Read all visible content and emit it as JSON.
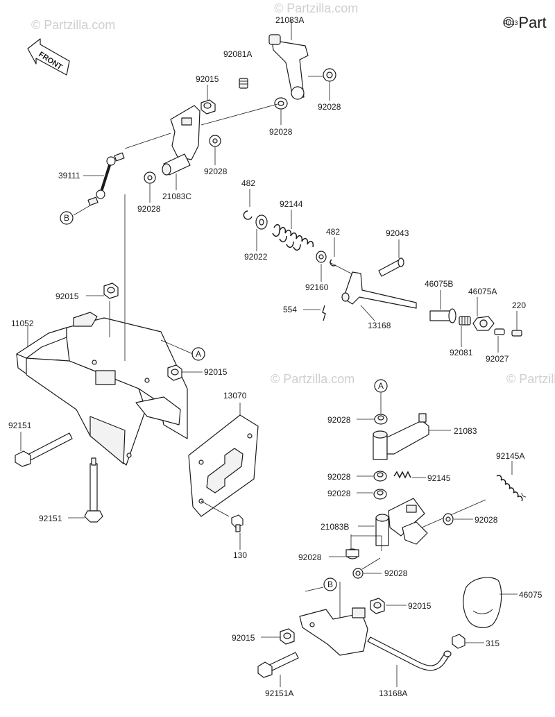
{
  "watermarks": [
    "© Partzilla.com",
    "© Partzilla.com",
    "© Partzilla.com",
    "© Partzilla.com",
    "© Partzilla.com",
    "© Part"
  ],
  "figure_code": "F013",
  "front_label": "FRONT",
  "callouts": {
    "a": "A",
    "b": "B"
  },
  "part_numbers": {
    "p21083A": "21083A",
    "p92081A": "92081A",
    "p92015_top": "92015",
    "p92028_a": "92028",
    "p92028_b": "92028",
    "p92028_c": "92028",
    "p92028_d": "92028",
    "p39111": "39111",
    "p21083C": "21083C",
    "p482_a": "482",
    "p92144": "92144",
    "p92022": "92022",
    "p482_b": "482",
    "p92043": "92043",
    "p92160": "92160",
    "p554": "554",
    "p46075B": "46075B",
    "p46075A": "46075A",
    "p220": "220",
    "p13168": "13168",
    "p92081": "92081",
    "p92027": "92027",
    "p92015_mid": "92015",
    "p11052": "11052",
    "p92015_frame": "92015",
    "p13070": "13070",
    "p92151_a": "92151",
    "p92151_b": "92151",
    "p130": "130",
    "p92028_e": "92028",
    "p21083": "21083",
    "p92028_f": "92028",
    "p92145": "92145",
    "p92145A": "92145A",
    "p92028_g": "92028",
    "p21083B": "21083B",
    "p92028_h": "92028",
    "p92028_i": "92028",
    "p92028_j": "92028",
    "p46075": "46075",
    "p92015_low": "92015",
    "p92015_low2": "92015",
    "p315": "315",
    "p92151A": "92151A",
    "p13168A": "13168A"
  }
}
